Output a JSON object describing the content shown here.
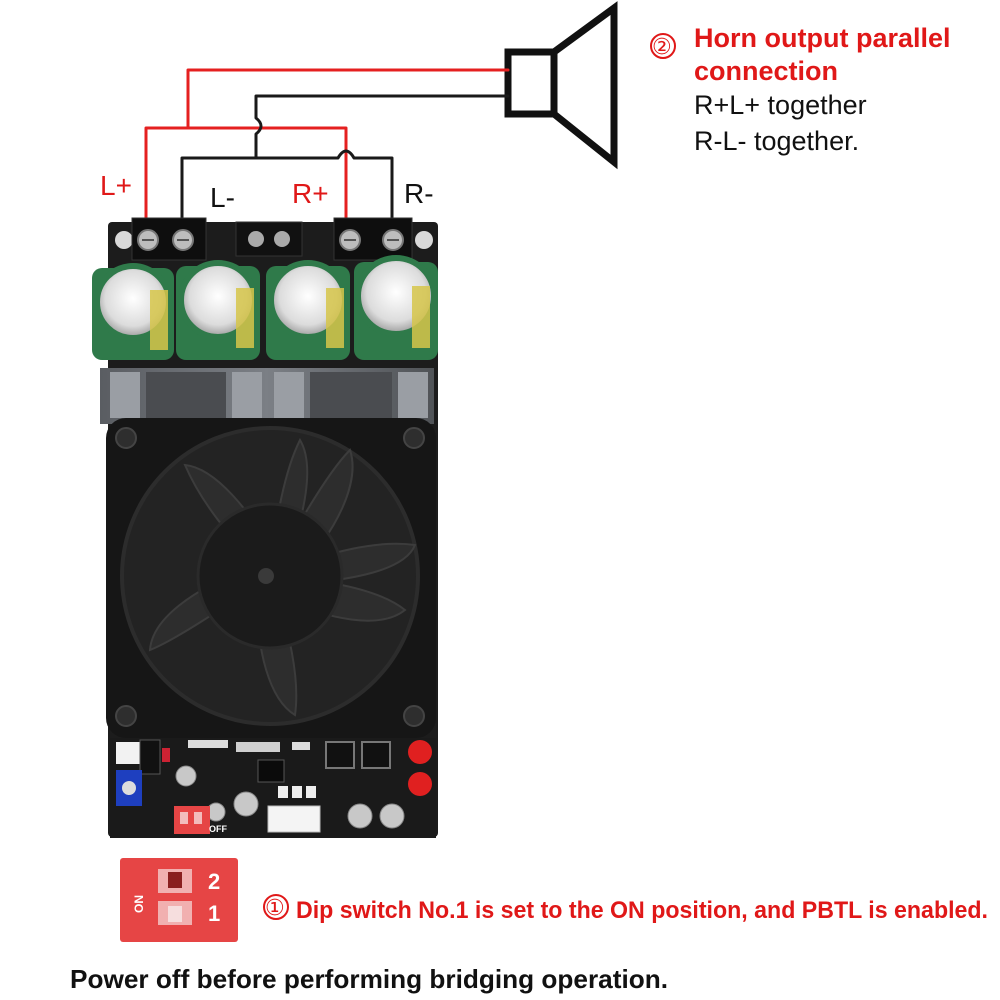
{
  "terminals": {
    "l_plus": "L+",
    "l_minus": "L-",
    "r_plus": "R+",
    "r_minus": "R-"
  },
  "note_parallel": {
    "number": "②",
    "line1": "Horn output parallel",
    "line2": "connection",
    "line3": "R+L+ together",
    "line4": "R-L- together."
  },
  "note_dip": {
    "number": "①",
    "text": "Dip switch No.1 is set to the ON position, and PBTL is enabled."
  },
  "dip_labels": {
    "on": "ON",
    "off": "OFF",
    "one": "1",
    "two": "2"
  },
  "footer": "Power off before performing bridging operation.",
  "colors": {
    "wire_red": "#e52020",
    "wire_black": "#1a1a1a",
    "annotation_red": "#e01818",
    "pcb": "#1c1c1c",
    "capacitor": "#2f7a4a",
    "dip_switch": "#e64545"
  }
}
